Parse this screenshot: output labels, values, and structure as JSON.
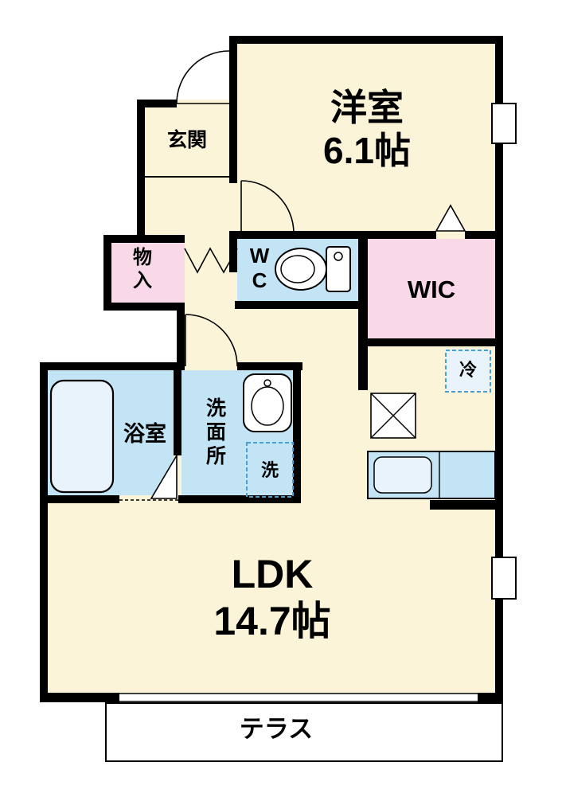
{
  "plan": {
    "type": "floor-plan",
    "rooms": {
      "yoshitsu": {
        "name": "洋室",
        "size": "6.1帖"
      },
      "genkan": {
        "name": "玄関"
      },
      "monoire": {
        "name": "物入"
      },
      "wc": {
        "name": "WC"
      },
      "wic": {
        "name": "WIC"
      },
      "fridge": {
        "name": "冷"
      },
      "bath": {
        "name": "浴室"
      },
      "washroom": {
        "name": "洗面所"
      },
      "washer": {
        "name": "洗"
      },
      "ldk": {
        "name": "LDK",
        "size": "14.7帖"
      },
      "terrace": {
        "name": "テラス"
      }
    },
    "colors": {
      "room_cream": "#FCF4D8",
      "room_pink": "#F9D9E8",
      "room_blue": "#C3E4F5",
      "fixture_blue": "#E8F3FB",
      "wall": "#000000",
      "dashed_blue": "#4A9FD4"
    }
  }
}
